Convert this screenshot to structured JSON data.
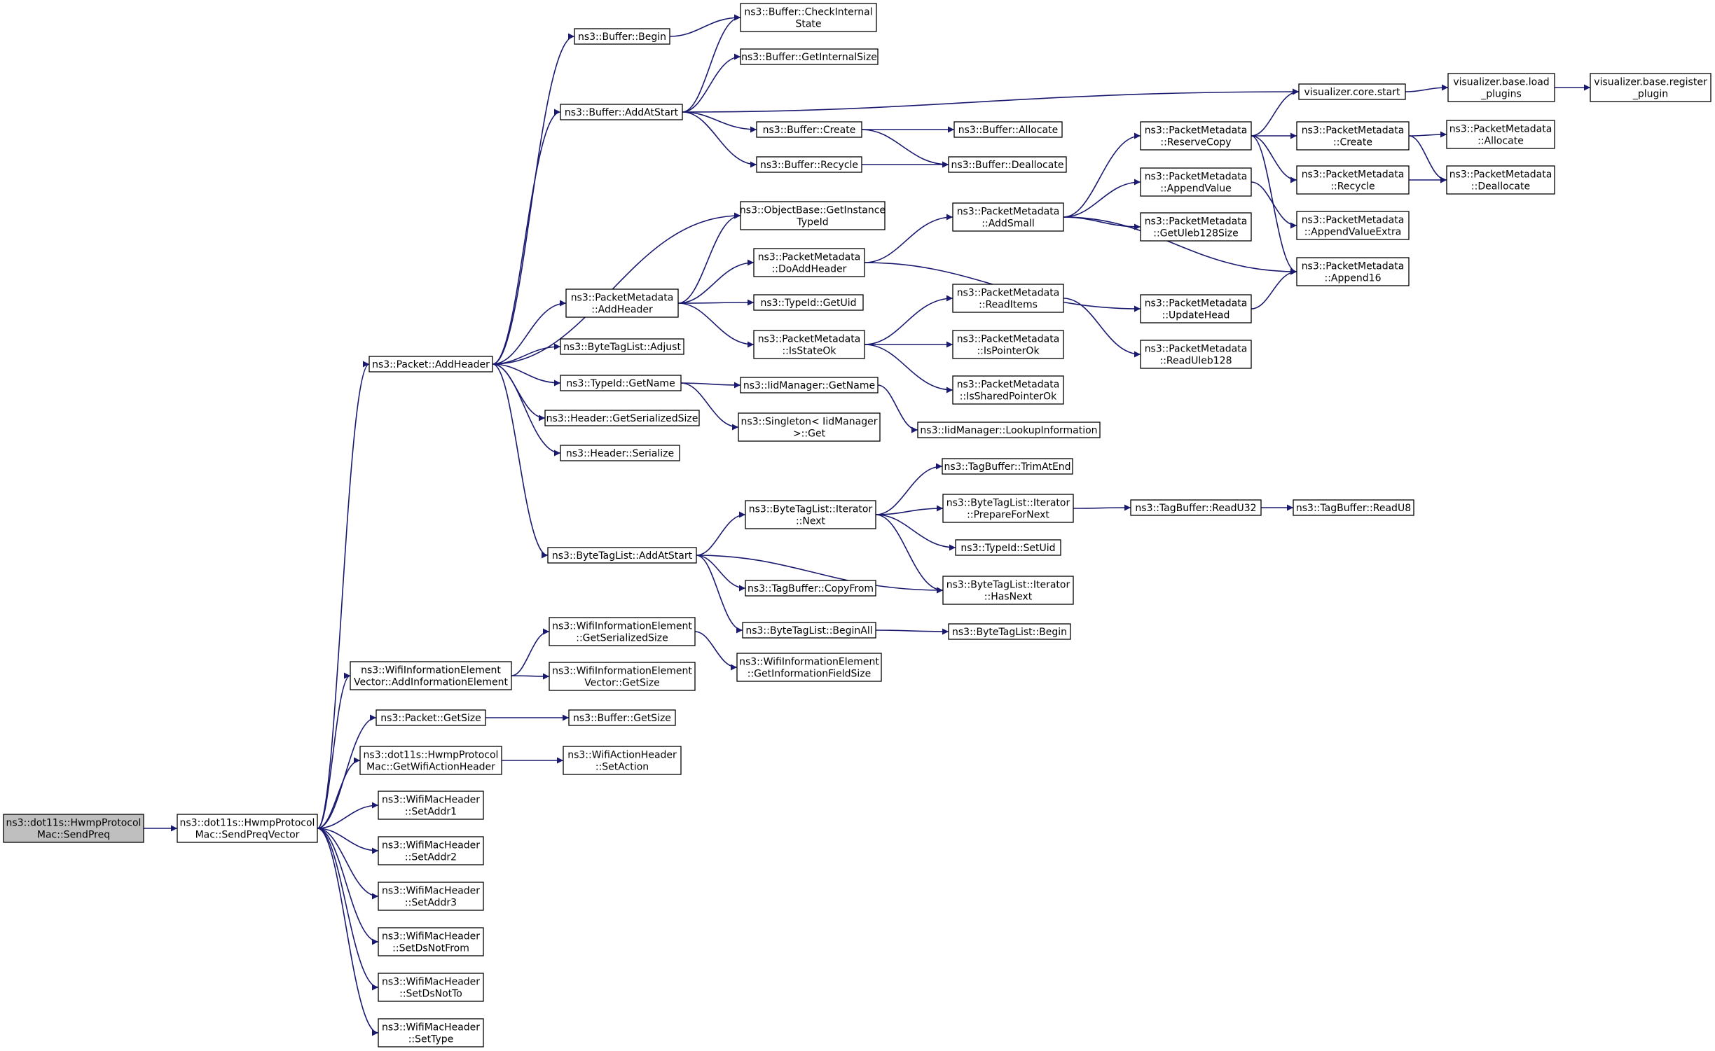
{
  "nodes": [
    {
      "id": "send_preq",
      "lines": [
        "ns3::dot11s::HwmpProtocol",
        "Mac::SendPreq"
      ],
      "root": true
    },
    {
      "id": "send_preq_vector",
      "lines": [
        "ns3::dot11s::HwmpProtocol",
        "Mac::SendPreqVector"
      ]
    },
    {
      "id": "packet_add_header",
      "lines": [
        "ns3::Packet::AddHeader"
      ]
    },
    {
      "id": "wie_vector_add_ie",
      "lines": [
        "ns3::WifiInformationElement",
        "Vector::AddInformationElement"
      ]
    },
    {
      "id": "packet_get_size",
      "lines": [
        "ns3::Packet::GetSize"
      ]
    },
    {
      "id": "get_wifi_action_header",
      "lines": [
        "ns3::dot11s::HwmpProtocol",
        "Mac::GetWifiActionHeader"
      ]
    },
    {
      "id": "set_addr1",
      "lines": [
        "ns3::WifiMacHeader",
        "::SetAddr1"
      ]
    },
    {
      "id": "set_addr2",
      "lines": [
        "ns3::WifiMacHeader",
        "::SetAddr2"
      ]
    },
    {
      "id": "set_addr3",
      "lines": [
        "ns3::WifiMacHeader",
        "::SetAddr3"
      ]
    },
    {
      "id": "set_ds_not_from",
      "lines": [
        "ns3::WifiMacHeader",
        "::SetDsNotFrom"
      ]
    },
    {
      "id": "set_ds_not_to",
      "lines": [
        "ns3::WifiMacHeader",
        "::SetDsNotTo"
      ]
    },
    {
      "id": "set_type",
      "lines": [
        "ns3::WifiMacHeader",
        "::SetType"
      ]
    },
    {
      "id": "buffer_begin",
      "lines": [
        "ns3::Buffer::Begin"
      ]
    },
    {
      "id": "buffer_add_at_start",
      "lines": [
        "ns3::Buffer::AddAtStart"
      ]
    },
    {
      "id": "pm_add_header",
      "lines": [
        "ns3::PacketMetadata",
        "::AddHeader"
      ]
    },
    {
      "id": "btl_adjust",
      "lines": [
        "ns3::ByteTagList::Adjust"
      ]
    },
    {
      "id": "typeid_get_name",
      "lines": [
        "ns3::TypeId::GetName"
      ]
    },
    {
      "id": "header_get_serialized_size",
      "lines": [
        "ns3::Header::GetSerializedSize"
      ]
    },
    {
      "id": "header_serialize",
      "lines": [
        "ns3::Header::Serialize"
      ]
    },
    {
      "id": "btl_add_at_start",
      "lines": [
        "ns3::ByteTagList::AddAtStart"
      ]
    },
    {
      "id": "wie_get_serialized_size",
      "lines": [
        "ns3::WifiInformationElement",
        "::GetSerializedSize"
      ]
    },
    {
      "id": "wie_vector_get_size",
      "lines": [
        "ns3::WifiInformationElement",
        "Vector::GetSize"
      ]
    },
    {
      "id": "buffer_get_size",
      "lines": [
        "ns3::Buffer::GetSize"
      ]
    },
    {
      "id": "wifi_action_set_action",
      "lines": [
        "ns3::WifiActionHeader",
        "::SetAction"
      ]
    },
    {
      "id": "buffer_check_internal_state",
      "lines": [
        "ns3::Buffer::CheckInternal",
        "State"
      ]
    },
    {
      "id": "buffer_get_internal_size",
      "lines": [
        "ns3::Buffer::GetInternalSize"
      ]
    },
    {
      "id": "buffer_create",
      "lines": [
        "ns3::Buffer::Create"
      ]
    },
    {
      "id": "buffer_recycle",
      "lines": [
        "ns3::Buffer::Recycle"
      ]
    },
    {
      "id": "objectbase_get_instance_typeid",
      "lines": [
        "ns3::ObjectBase::GetInstance",
        "TypeId"
      ]
    },
    {
      "id": "pm_do_add_header",
      "lines": [
        "ns3::PacketMetadata",
        "::DoAddHeader"
      ]
    },
    {
      "id": "typeid_get_uid",
      "lines": [
        "ns3::TypeId::GetUid"
      ]
    },
    {
      "id": "pm_is_state_ok",
      "lines": [
        "ns3::PacketMetadata",
        "::IsStateOk"
      ]
    },
    {
      "id": "iid_get_name",
      "lines": [
        "ns3::IidManager::GetName"
      ]
    },
    {
      "id": "singleton_get",
      "lines": [
        "ns3::Singleton< IidManager",
        ">::Get"
      ]
    },
    {
      "id": "btl_iter_next",
      "lines": [
        "ns3::ByteTagList::Iterator",
        "::Next"
      ]
    },
    {
      "id": "tagbuffer_copy_from",
      "lines": [
        "ns3::TagBuffer::CopyFrom"
      ]
    },
    {
      "id": "btl_begin_all",
      "lines": [
        "ns3::ByteTagList::BeginAll"
      ]
    },
    {
      "id": "wie_get_information_field_size",
      "lines": [
        "ns3::WifiInformationElement",
        "::GetInformationFieldSize"
      ]
    },
    {
      "id": "buffer_allocate",
      "lines": [
        "ns3::Buffer::Allocate"
      ]
    },
    {
      "id": "buffer_deallocate",
      "lines": [
        "ns3::Buffer::Deallocate"
      ]
    },
    {
      "id": "pm_add_small",
      "lines": [
        "ns3::PacketMetadata",
        "::AddSmall"
      ]
    },
    {
      "id": "pm_read_items",
      "lines": [
        "ns3::PacketMetadata",
        "::ReadItems"
      ]
    },
    {
      "id": "pm_is_pointer_ok",
      "lines": [
        "ns3::PacketMetadata",
        "::IsPointerOk"
      ]
    },
    {
      "id": "pm_is_shared_pointer_ok",
      "lines": [
        "ns3::PacketMetadata",
        "::IsSharedPointerOk"
      ]
    },
    {
      "id": "iid_lookup_information",
      "lines": [
        "ns3::IidManager::LookupInformation"
      ]
    },
    {
      "id": "tagbuffer_trim_at_end",
      "lines": [
        "ns3::TagBuffer::TrimAtEnd"
      ]
    },
    {
      "id": "btl_iter_prepare_for_next",
      "lines": [
        "ns3::ByteTagList::Iterator",
        "::PrepareForNext"
      ]
    },
    {
      "id": "typeid_set_uid",
      "lines": [
        "ns3::TypeId::SetUid"
      ]
    },
    {
      "id": "btl_iter_has_next",
      "lines": [
        "ns3::ByteTagList::Iterator",
        "::HasNext"
      ]
    },
    {
      "id": "btl_begin",
      "lines": [
        "ns3::ByteTagList::Begin"
      ]
    },
    {
      "id": "pm_reserve_copy",
      "lines": [
        "ns3::PacketMetadata",
        "::ReserveCopy"
      ]
    },
    {
      "id": "pm_append_value",
      "lines": [
        "ns3::PacketMetadata",
        "::AppendValue"
      ]
    },
    {
      "id": "pm_get_uleb128_size",
      "lines": [
        "ns3::PacketMetadata",
        "::GetUleb128Size"
      ]
    },
    {
      "id": "pm_update_head",
      "lines": [
        "ns3::PacketMetadata",
        "::UpdateHead"
      ]
    },
    {
      "id": "pm_read_uleb128",
      "lines": [
        "ns3::PacketMetadata",
        "::ReadUleb128"
      ]
    },
    {
      "id": "tagbuffer_read_u32",
      "lines": [
        "ns3::TagBuffer::ReadU32"
      ]
    },
    {
      "id": "tagbuffer_read_u8",
      "lines": [
        "ns3::TagBuffer::ReadU8"
      ]
    },
    {
      "id": "viz_core_start",
      "lines": [
        "visualizer.core.start"
      ]
    },
    {
      "id": "pm_create",
      "lines": [
        "ns3::PacketMetadata",
        "::Create"
      ]
    },
    {
      "id": "pm_recycle",
      "lines": [
        "ns3::PacketMetadata",
        "::Recycle"
      ]
    },
    {
      "id": "pm_append_value_extra",
      "lines": [
        "ns3::PacketMetadata",
        "::AppendValueExtra"
      ]
    },
    {
      "id": "pm_append16",
      "lines": [
        "ns3::PacketMetadata",
        "::Append16"
      ]
    },
    {
      "id": "viz_base_load_plugins",
      "lines": [
        "visualizer.base.load",
        "_plugins"
      ]
    },
    {
      "id": "pm_allocate",
      "lines": [
        "ns3::PacketMetadata",
        "::Allocate"
      ]
    },
    {
      "id": "pm_deallocate",
      "lines": [
        "ns3::PacketMetadata",
        "::Deallocate"
      ]
    },
    {
      "id": "viz_base_register_plugin",
      "lines": [
        "visualizer.base.register",
        "_plugin"
      ]
    }
  ],
  "edges": [
    [
      "send_preq",
      "send_preq_vector"
    ],
    [
      "send_preq_vector",
      "packet_add_header"
    ],
    [
      "send_preq_vector",
      "wie_vector_add_ie"
    ],
    [
      "send_preq_vector",
      "packet_get_size"
    ],
    [
      "send_preq_vector",
      "get_wifi_action_header"
    ],
    [
      "send_preq_vector",
      "set_addr1"
    ],
    [
      "send_preq_vector",
      "set_addr2"
    ],
    [
      "send_preq_vector",
      "set_addr3"
    ],
    [
      "send_preq_vector",
      "set_ds_not_from"
    ],
    [
      "send_preq_vector",
      "set_ds_not_to"
    ],
    [
      "send_preq_vector",
      "set_type"
    ],
    [
      "packet_add_header",
      "buffer_begin"
    ],
    [
      "packet_add_header",
      "buffer_add_at_start"
    ],
    [
      "packet_add_header",
      "objectbase_get_instance_typeid"
    ],
    [
      "packet_add_header",
      "pm_add_header"
    ],
    [
      "packet_add_header",
      "btl_adjust"
    ],
    [
      "packet_add_header",
      "typeid_get_name"
    ],
    [
      "packet_add_header",
      "header_get_serialized_size"
    ],
    [
      "packet_add_header",
      "header_serialize"
    ],
    [
      "packet_add_header",
      "btl_add_at_start"
    ],
    [
      "wie_vector_add_ie",
      "wie_get_serialized_size"
    ],
    [
      "wie_vector_add_ie",
      "wie_vector_get_size"
    ],
    [
      "packet_get_size",
      "buffer_get_size"
    ],
    [
      "get_wifi_action_header",
      "wifi_action_set_action"
    ],
    [
      "buffer_begin",
      "buffer_check_internal_state"
    ],
    [
      "buffer_add_at_start",
      "buffer_check_internal_state"
    ],
    [
      "buffer_add_at_start",
      "buffer_get_internal_size"
    ],
    [
      "buffer_add_at_start",
      "viz_core_start"
    ],
    [
      "buffer_add_at_start",
      "buffer_create"
    ],
    [
      "buffer_add_at_start",
      "buffer_recycle"
    ],
    [
      "pm_add_header",
      "objectbase_get_instance_typeid"
    ],
    [
      "pm_add_header",
      "pm_do_add_header"
    ],
    [
      "pm_add_header",
      "typeid_get_uid"
    ],
    [
      "pm_add_header",
      "pm_is_state_ok"
    ],
    [
      "typeid_get_name",
      "iid_get_name"
    ],
    [
      "typeid_get_name",
      "singleton_get"
    ],
    [
      "btl_add_at_start",
      "btl_iter_next"
    ],
    [
      "btl_add_at_start",
      "btl_iter_has_next"
    ],
    [
      "btl_add_at_start",
      "tagbuffer_copy_from"
    ],
    [
      "btl_add_at_start",
      "btl_begin_all"
    ],
    [
      "wie_get_serialized_size",
      "wie_get_information_field_size"
    ],
    [
      "buffer_create",
      "buffer_allocate"
    ],
    [
      "buffer_create",
      "buffer_deallocate"
    ],
    [
      "buffer_recycle",
      "buffer_deallocate"
    ],
    [
      "pm_do_add_header",
      "pm_add_small"
    ],
    [
      "pm_do_add_header",
      "pm_update_head"
    ],
    [
      "pm_is_state_ok",
      "pm_read_items"
    ],
    [
      "pm_is_state_ok",
      "pm_is_pointer_ok"
    ],
    [
      "pm_is_state_ok",
      "pm_is_shared_pointer_ok"
    ],
    [
      "iid_get_name",
      "iid_lookup_information"
    ],
    [
      "btl_iter_next",
      "tagbuffer_trim_at_end"
    ],
    [
      "btl_iter_next",
      "btl_iter_prepare_for_next"
    ],
    [
      "btl_iter_next",
      "typeid_set_uid"
    ],
    [
      "btl_iter_next",
      "btl_iter_has_next"
    ],
    [
      "btl_begin_all",
      "btl_begin"
    ],
    [
      "pm_add_small",
      "pm_reserve_copy"
    ],
    [
      "pm_add_small",
      "pm_append_value"
    ],
    [
      "pm_add_small",
      "pm_get_uleb128_size"
    ],
    [
      "pm_add_small",
      "pm_append16"
    ],
    [
      "pm_read_items",
      "pm_read_uleb128"
    ],
    [
      "btl_iter_prepare_for_next",
      "tagbuffer_read_u32"
    ],
    [
      "tagbuffer_read_u32",
      "tagbuffer_read_u8"
    ],
    [
      "pm_reserve_copy",
      "viz_core_start"
    ],
    [
      "pm_reserve_copy",
      "pm_create"
    ],
    [
      "pm_reserve_copy",
      "pm_recycle"
    ],
    [
      "pm_reserve_copy",
      "pm_append16"
    ],
    [
      "pm_append_value",
      "pm_append_value_extra"
    ],
    [
      "pm_update_head",
      "pm_append16"
    ],
    [
      "viz_core_start",
      "viz_base_load_plugins"
    ],
    [
      "viz_base_load_plugins",
      "viz_base_register_plugin"
    ],
    [
      "pm_create",
      "pm_allocate"
    ],
    [
      "pm_create",
      "pm_deallocate"
    ],
    [
      "pm_recycle",
      "pm_deallocate"
    ]
  ]
}
